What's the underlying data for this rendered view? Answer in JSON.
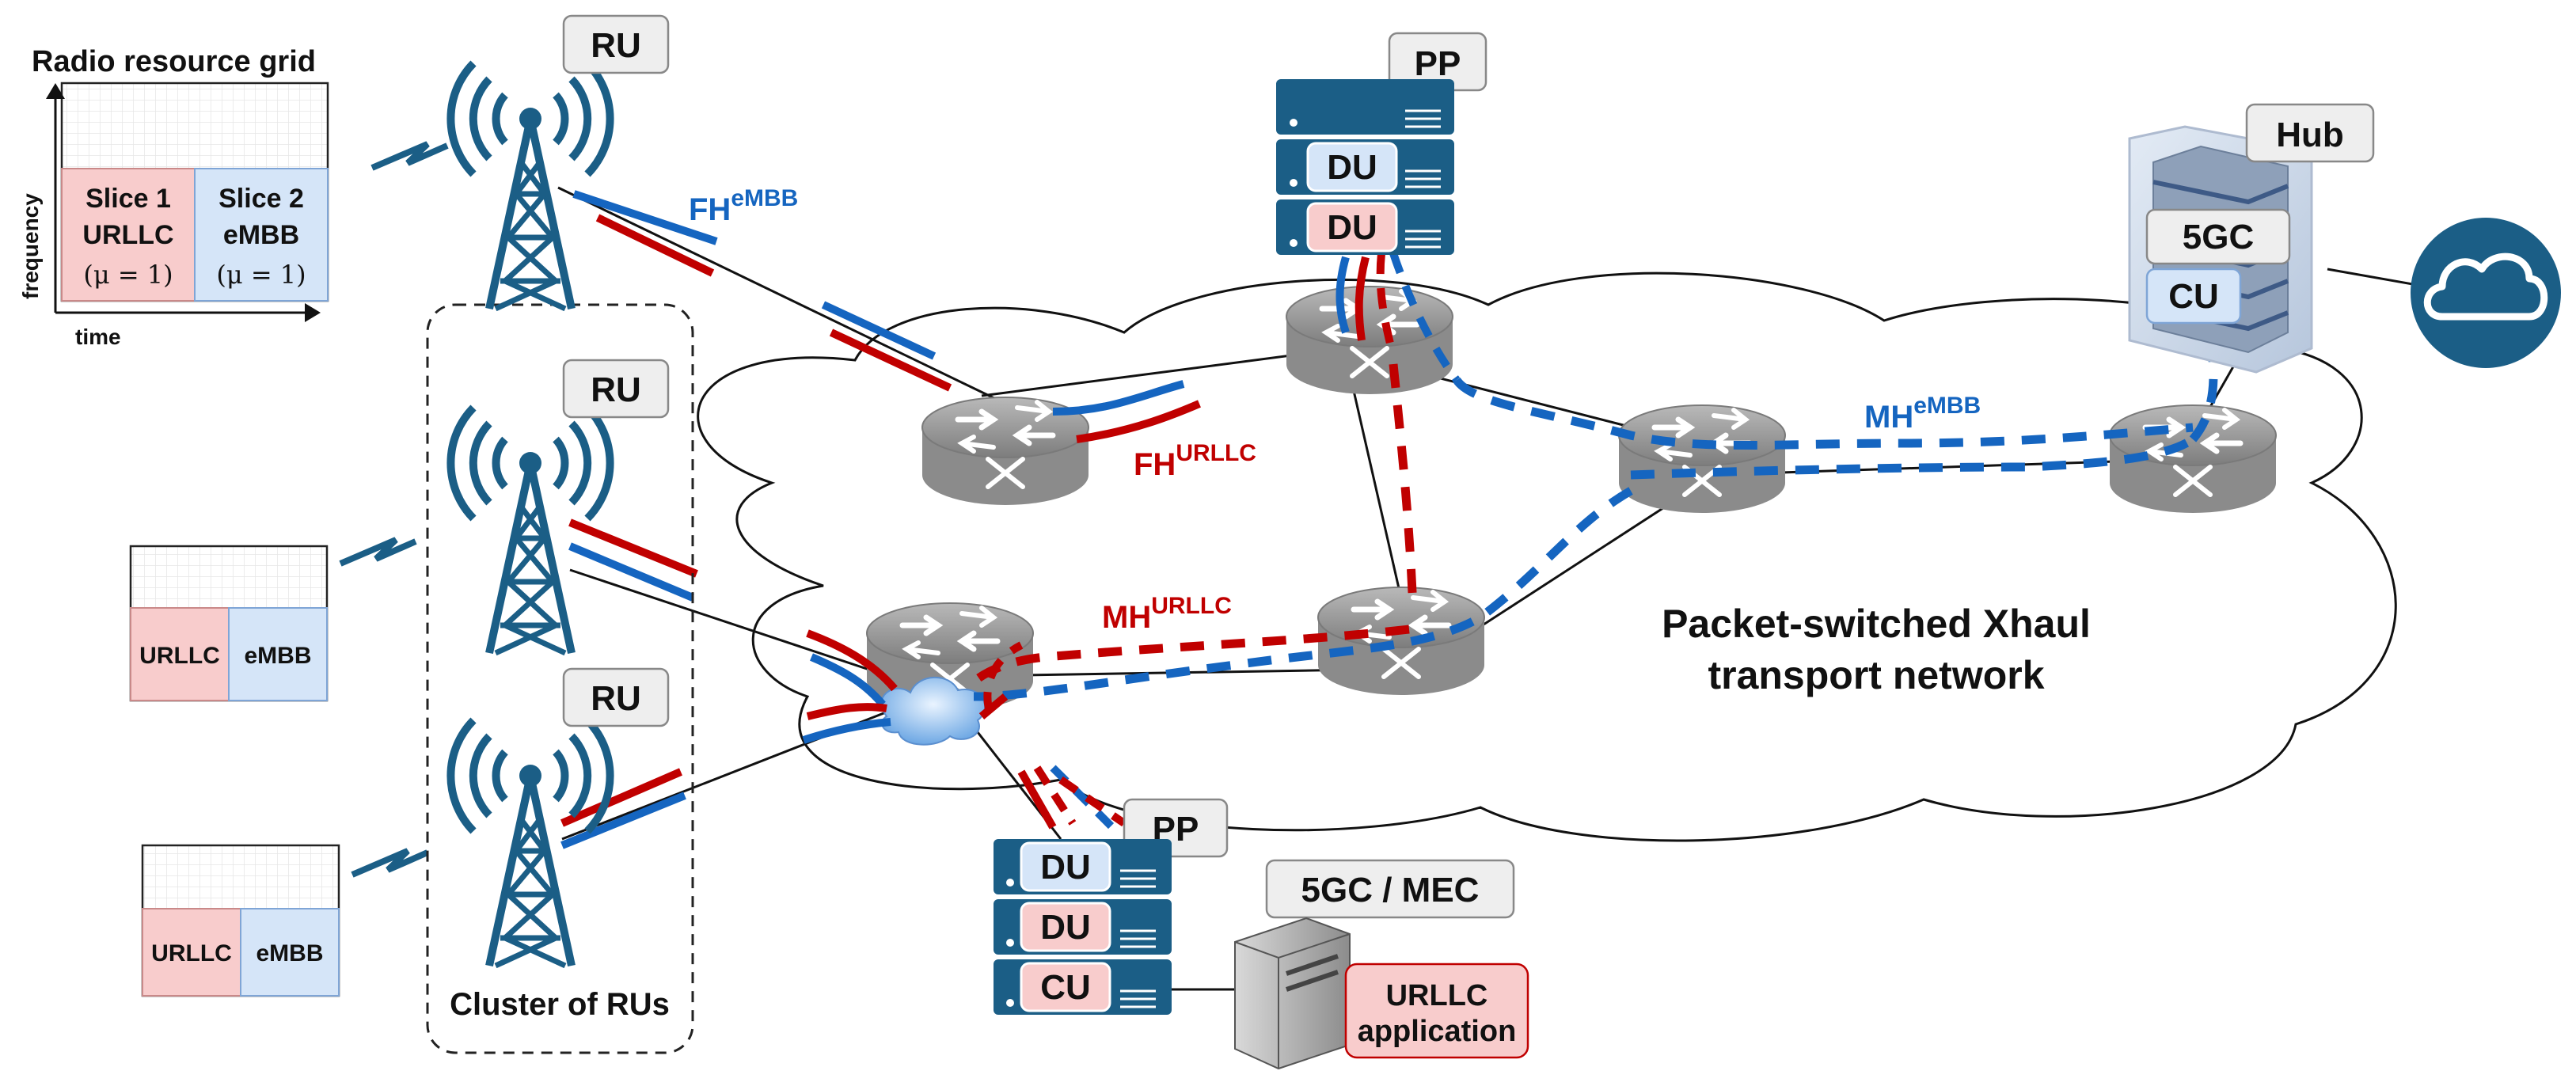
{
  "grids": {
    "main": {
      "title": "Radio resource grid",
      "y_axis": "frequency",
      "x_axis": "time",
      "slice1": {
        "line1": "Slice 1",
        "line2": "URLLC",
        "line3": "(μ = 1)"
      },
      "slice2": {
        "line1": "Slice 2",
        "line2": "eMBB",
        "line3": "(μ = 1)"
      }
    },
    "small1": {
      "left": "URLLC",
      "right": "eMBB"
    },
    "small2": {
      "left": "URLLC",
      "right": "eMBB"
    }
  },
  "tags": {
    "ru_top": "RU",
    "ru_mid": "RU",
    "ru_bot": "RU",
    "pp_top": "PP",
    "pp_bot": "PP",
    "hub": "Hub",
    "mec": "5GC / MEC"
  },
  "servers": {
    "pp_top_du1": "DU",
    "pp_top_du2": "DU",
    "pp_bot_du1": "DU",
    "pp_bot_du2": "DU",
    "pp_bot_cu": "CU",
    "hub_5gc": "5GC",
    "hub_cu": "CU",
    "urllc_app_line1": "URLLC",
    "urllc_app_line2": "application"
  },
  "links": {
    "fh_embb": {
      "base": "FH",
      "sup": "eMBB"
    },
    "fh_urllc": {
      "base": "FH",
      "sup": "URLLC"
    },
    "mh_urllc": {
      "base": "MH",
      "sup": "URLLC"
    },
    "mh_embb": {
      "base": "MH",
      "sup": "eMBB"
    }
  },
  "network": {
    "line1": "Packet-switched Xhaul",
    "line2": "transport network"
  },
  "cluster_label": "Cluster of RUs",
  "colors": {
    "urllc": "#c00000",
    "embb": "#1565c0",
    "urllc_fill": "#f8cccc",
    "embb_fill": "#d5e5f8",
    "server": "#1b5e86",
    "router": "#9a9a9a"
  }
}
